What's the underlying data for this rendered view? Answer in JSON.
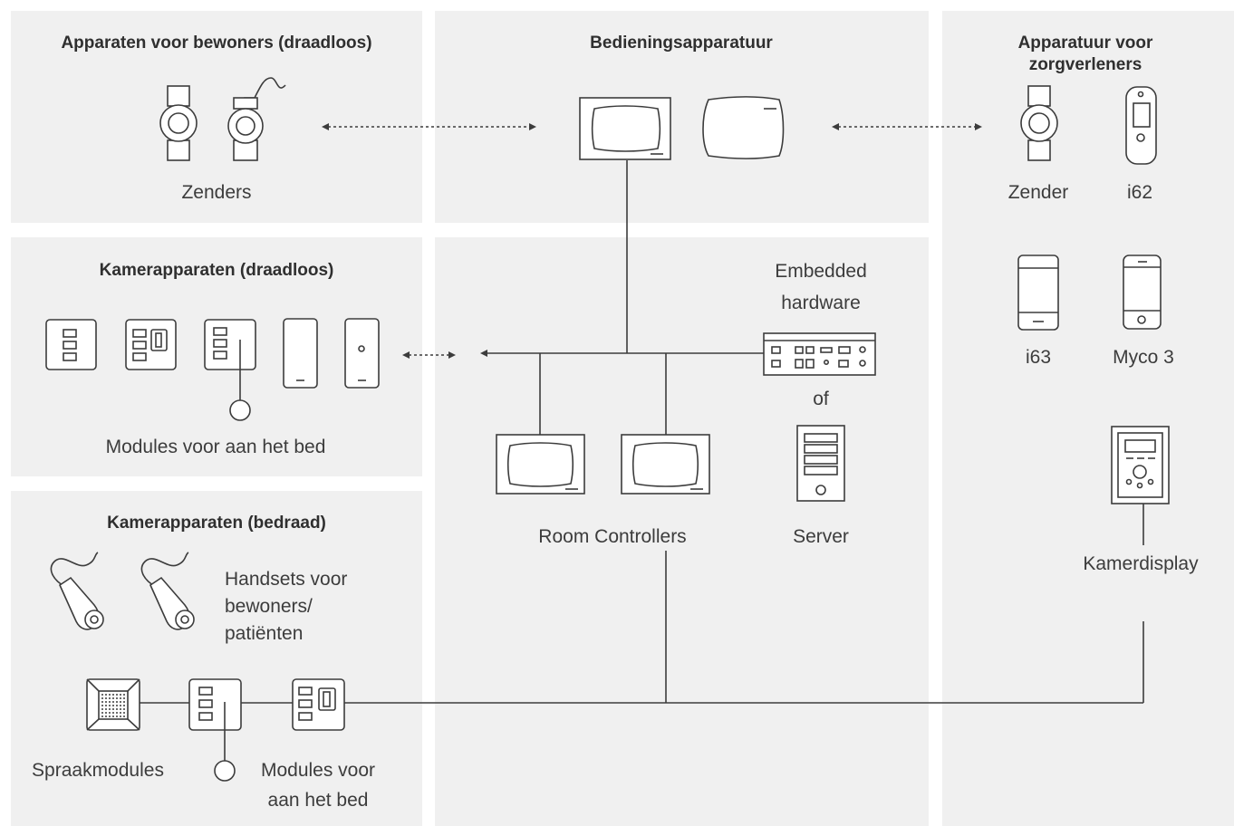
{
  "groups": {
    "resident_devices": {
      "title": "Apparaten voor bewoners (draadloos)",
      "label": "Zenders"
    },
    "control_equipment": {
      "title": "Bedieningsapparatuur"
    },
    "caregiver_equipment": {
      "title_line1": "Apparatuur voor",
      "title_line2": "zorgverleners",
      "labels": {
        "zender": "Zender",
        "i62": "i62",
        "i63": "i63",
        "myco3": "Myco 3",
        "kamerdisplay": "Kamerdisplay"
      }
    },
    "room_wireless": {
      "title": "Kamerapparaten (draadloos)",
      "label": "Modules voor aan het bed"
    },
    "room_wired": {
      "title": "Kamerapparaten (bedraad)",
      "handsets_line1": "Handsets voor",
      "handsets_line2": "bewoners/",
      "handsets_line3": "patiënten",
      "speech_label": "Spraakmodules",
      "bedside_line1": "Modules voor",
      "bedside_line2": "aan het bed"
    }
  },
  "center": {
    "embedded_line1": "Embedded",
    "embedded_line2": "hardware",
    "of_label": "of",
    "room_controllers_label": "Room Controllers",
    "server_label": "Server"
  },
  "colors": {
    "panel": "#f0f0f0",
    "stroke": "#3c3c3c",
    "text": "#3c3c3c"
  }
}
